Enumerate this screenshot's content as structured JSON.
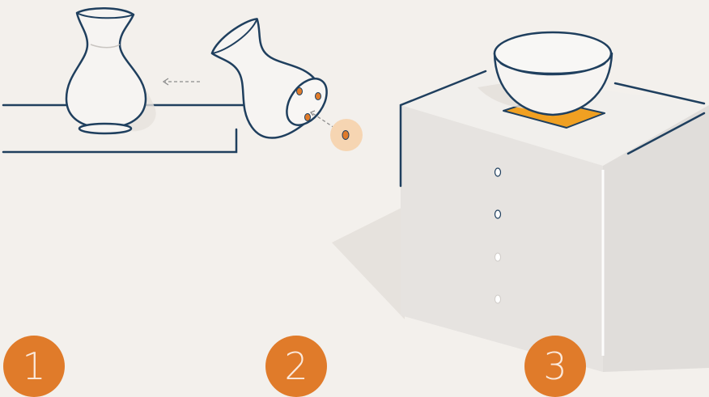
{
  "steps": [
    {
      "number": "1"
    },
    {
      "number": "2"
    },
    {
      "number": "3"
    }
  ],
  "colors": {
    "background": "#f3f0ec",
    "outline": "#1f3f5e",
    "accent_orange": "#e07b2a",
    "pad_orange": "#f0a022",
    "dot_highlight": "#f6d5b2",
    "cabinet_front": "#e6e3e0",
    "cabinet_side": "#e0ddda",
    "cabinet_top": "#f1efec",
    "shadow": "#e6e2dd",
    "vase_fill": "#f6f4f2"
  },
  "icons": {
    "vase_upright": "vase-icon",
    "vase_tilted": "vase-tilted-icon",
    "bowl": "bowl-icon",
    "cabinet": "cabinet-icon",
    "adhesive_dot": "adhesive-dot-icon",
    "mat_pad": "nonslip-pad-icon"
  }
}
